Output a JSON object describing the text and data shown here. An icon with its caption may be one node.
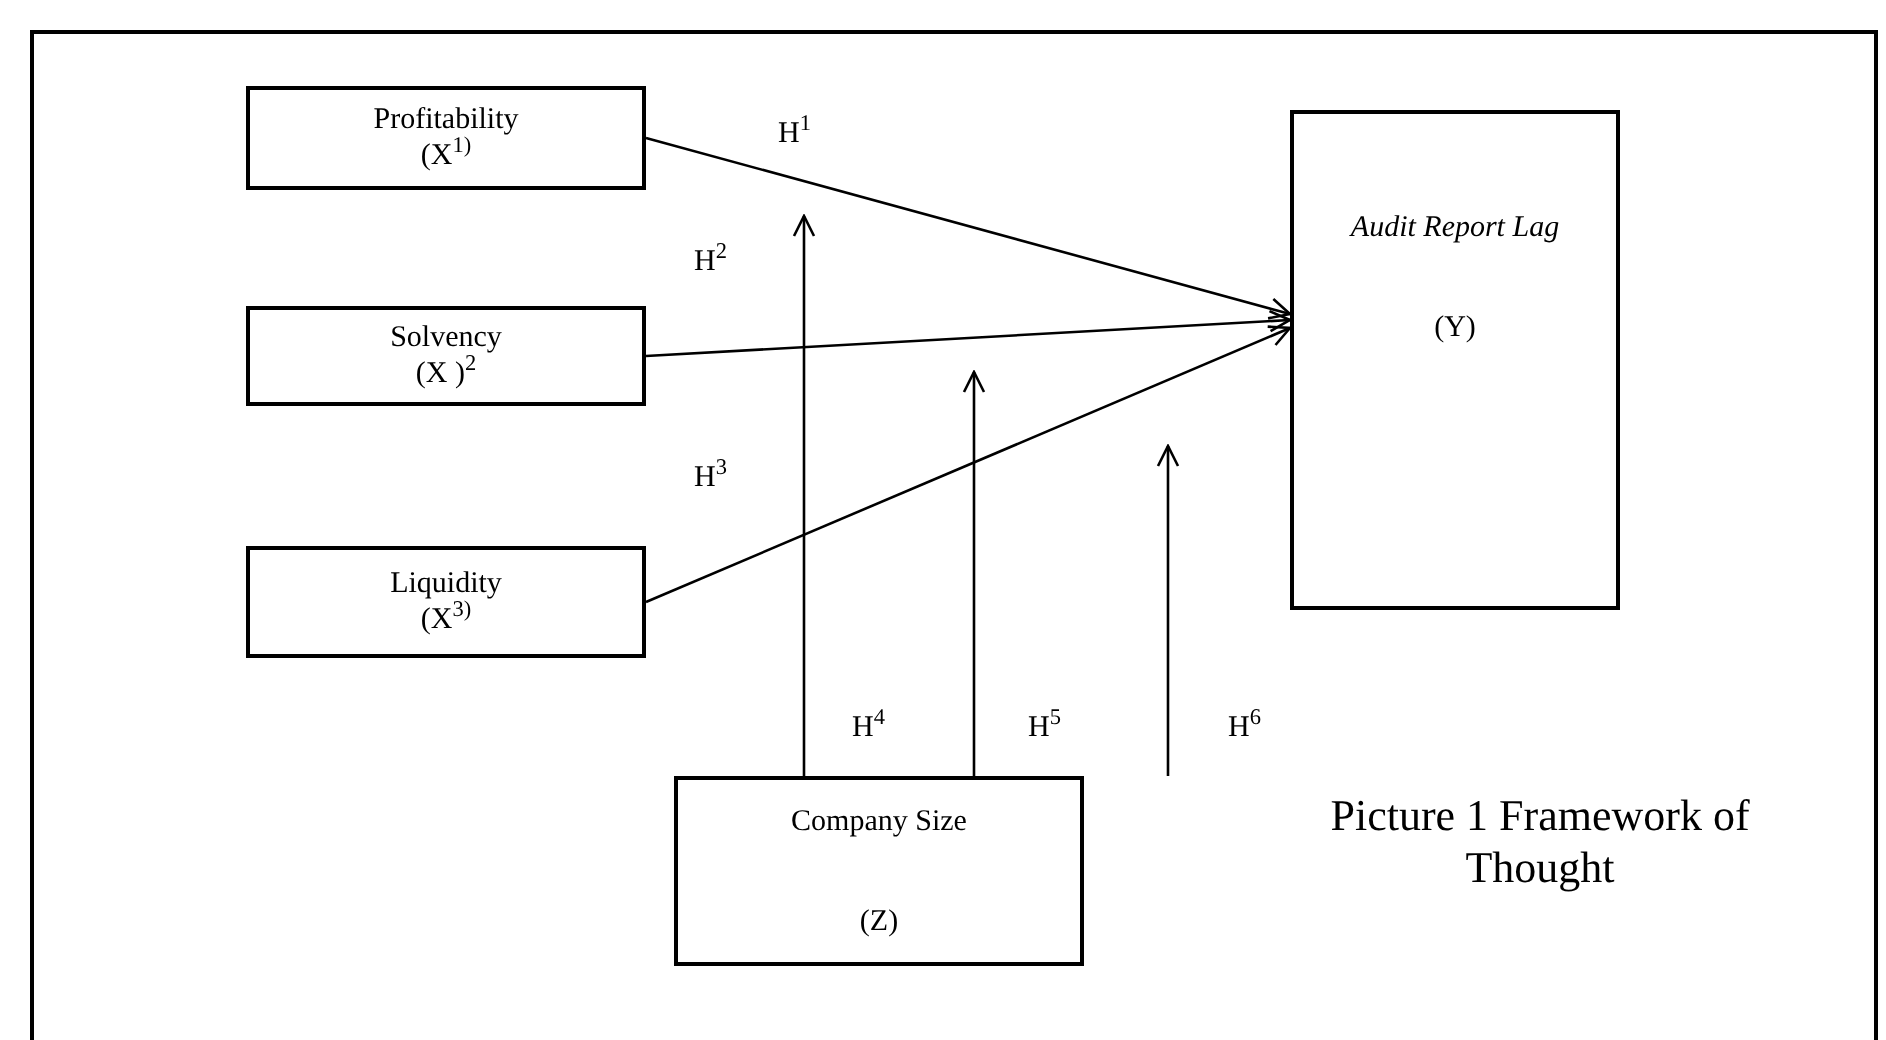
{
  "diagram": {
    "caption": "Picture 1 Framework of Thought",
    "nodes": [
      {
        "text": [
          "Profitability",
          "(X$^{1)}$"
        ]
      },
      {
        "text": [
          "Solvency",
          "(X )$^{2}$"
        ]
      },
      {
        "text": [
          "Liquidity",
          "(X$^{3)}$"
        ]
      },
      {
        "text": [
          "Audit Report Lag",
          "(Y)"
        ]
      },
      {
        "text": [
          "Company Size",
          "(Z)"
        ]
      }
    ],
    "edges": [
      {
        "from": 0,
        "to": 3,
        "arrow": "to",
        "label": "H$^{1}$"
      },
      {
        "from": 1,
        "to": 3,
        "arrow": "to",
        "label": "H$^{2}$"
      },
      {
        "from": 2,
        "to": 3,
        "arrow": "to",
        "label": "H$^{3}$"
      },
      {
        "from": 4,
        "to": null,
        "arrow": "to",
        "label": "H$^{4}$"
      },
      {
        "from": 4,
        "to": null,
        "arrow": "to",
        "label": "H$^{5}$"
      },
      {
        "from": 4,
        "to": null,
        "arrow": "to",
        "label": "H$^{6}$"
      }
    ]
  }
}
